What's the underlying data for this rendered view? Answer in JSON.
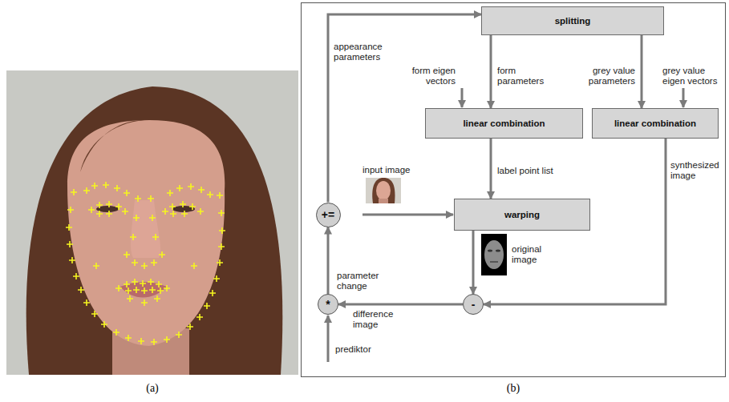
{
  "diagram": {
    "nodes": [
      {
        "text": [
          "splitting"
        ]
      },
      {
        "text": [
          "linear combination"
        ]
      },
      {
        "text": [
          "linear combination"
        ]
      },
      {
        "text": [
          "warping"
        ]
      },
      {
        "text": [
          "+="
        ]
      },
      {
        "text": [
          "-"
        ]
      },
      {
        "text": [
          "*"
        ]
      }
    ],
    "edges": [
      {
        "from": 0,
        "to": 1,
        "arrow": "to"
      },
      {
        "from": 0,
        "to": 2,
        "arrow": "to"
      },
      {
        "from": 1,
        "to": 3,
        "arrow": "to"
      },
      {
        "from": 2,
        "to": 5,
        "arrow": "to"
      },
      {
        "from": 3,
        "to": 5,
        "arrow": "to"
      },
      {
        "from": 5,
        "to": 6,
        "arrow": "to"
      },
      {
        "from": 6,
        "to": 4,
        "arrow": "to"
      },
      {
        "from": 4,
        "to": 0,
        "arrow": "to"
      }
    ],
    "labels": [
      "appearance parameters",
      "form eigen vectors",
      "form parameters",
      "grey value parameters",
      "grey value eigen vectors",
      "input image",
      "label point list",
      "synthesized image",
      "original image",
      "parameter change",
      "difference image",
      "prediktor",
      "(a)",
      "(b)"
    ]
  }
}
